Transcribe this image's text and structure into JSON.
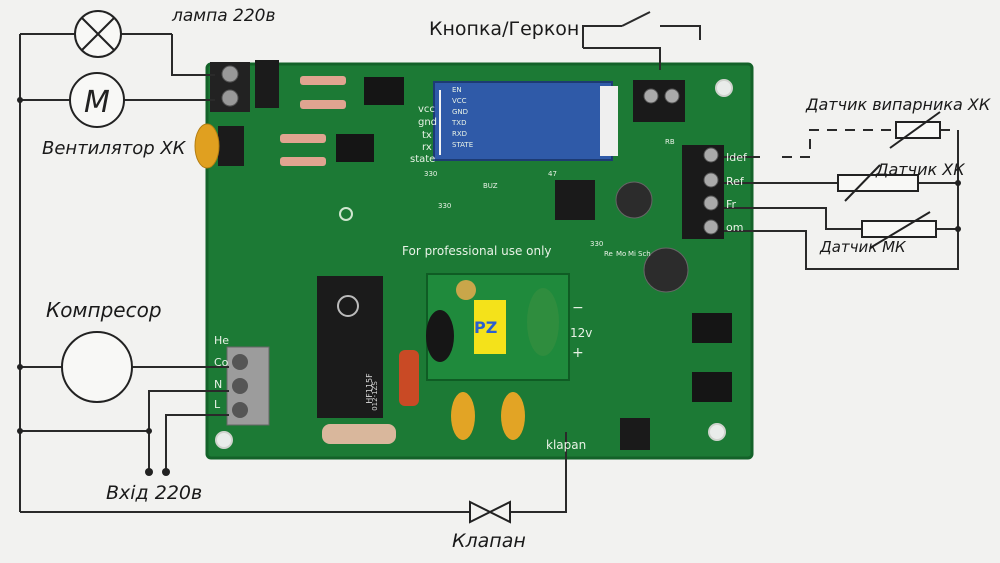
{
  "labels": {
    "lamp": "лампа 220в",
    "fan": "Вентилятор ХК",
    "button": "Кнопка/Геркон",
    "evap_sensor": "Датчик випарника ХК",
    "hk_sensor": "Датчик ХК",
    "mk_sensor": "Датчик МК",
    "compressor": "Компресор",
    "input": "Вхід 220в",
    "valve": "Клапан",
    "motor_symbol": "M"
  },
  "board": {
    "notice": "For professional use only",
    "psu_voltage": "12v",
    "psu_minus": "−",
    "psu_plus": "+",
    "valve_mark": "klapan",
    "terminal_left": [
      "He",
      "Co",
      "N",
      "L"
    ],
    "terminal_right": [
      "Idef",
      "Ref",
      "Fr",
      "om"
    ],
    "bt_side": [
      "vcc",
      "gnd",
      "tx",
      "rx",
      "state"
    ],
    "bt_module": [
      "EN",
      "VCC",
      "GND",
      "TXD",
      "RXD",
      "STATE"
    ],
    "resistor_marks": [
      "330",
      "330",
      "330"
    ],
    "relay_brand": "HF115F",
    "relay_code": "012-1ZS",
    "header_marks": [
      "Re",
      "Mo",
      "Mi",
      "Sch"
    ],
    "rb_mark": "RB",
    "buz_mark": "BUZ",
    "ic_mark": "47",
    "psu_badge": "PZ"
  },
  "colors": {
    "pcb": "#1c7a35",
    "pcb_edge": "#136229",
    "wire": "#2a2a2a",
    "bt_blue": "#2f5aa8"
  }
}
